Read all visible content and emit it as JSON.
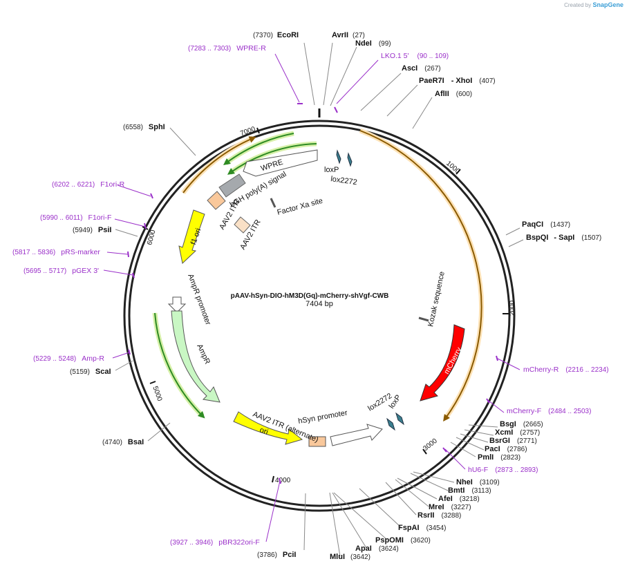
{
  "credit": {
    "prefix": "Created by",
    "brand": "SnapGene"
  },
  "plasmid": {
    "name": "pAAV-hSyn-DIO-hM3D(Gq)-mCherry-shVgf-CWB",
    "size": "7404 bp"
  },
  "ticks": [
    "1000",
    "2000",
    "3000",
    "4000",
    "5000",
    "6000",
    "7000"
  ],
  "enzymes": [
    {
      "name": "EcoRI",
      "pos": "(7370)"
    },
    {
      "name": "AvrII",
      "pos": "(27)"
    },
    {
      "name": "NdeI",
      "pos": "(99)"
    },
    {
      "name": "AscI",
      "pos": "(267)"
    },
    {
      "name": "PaeR7I",
      "name2": "- XhoI",
      "pos": "(407)"
    },
    {
      "name": "AflII",
      "pos": "(600)"
    },
    {
      "name": "PaqCI",
      "pos": "(1437)"
    },
    {
      "name": "BspQI",
      "name2": "- SapI",
      "pos": "(1507)"
    },
    {
      "name": "BsgI",
      "pos": "(2665)"
    },
    {
      "name": "XcmI",
      "pos": "(2757)"
    },
    {
      "name": "BsrGI",
      "pos": "(2771)"
    },
    {
      "name": "PacI",
      "pos": "(2786)"
    },
    {
      "name": "PmlI",
      "pos": "(2823)"
    },
    {
      "name": "NheI",
      "pos": "(3109)"
    },
    {
      "name": "BmtI",
      "pos": "(3113)"
    },
    {
      "name": "AfeI",
      "pos": "(3218)"
    },
    {
      "name": "MreI",
      "pos": "(3227)"
    },
    {
      "name": "RsrII",
      "pos": "(3288)"
    },
    {
      "name": "FspAI",
      "pos": "(3454)"
    },
    {
      "name": "PspOMI",
      "pos": "(3620)"
    },
    {
      "name": "ApaI",
      "pos": "(3624)"
    },
    {
      "name": "MluI",
      "pos": "(3642)"
    },
    {
      "name": "PciI",
      "pos": "(3786)"
    },
    {
      "name": "BsaI",
      "pos": "(4740)"
    },
    {
      "name": "ScaI",
      "pos": "(5159)"
    },
    {
      "name": "PsiI",
      "pos": "(5949)"
    },
    {
      "name": "SphI",
      "pos": "(6558)"
    }
  ],
  "primers": [
    {
      "name": "WPRE-R",
      "pos": "(7283 .. 7303)"
    },
    {
      "name": "LKO.1 5'",
      "pos": "(90 .. 109)"
    },
    {
      "name": "mCherry-R",
      "pos": "(2216 .. 2234)"
    },
    {
      "name": "mCherry-F",
      "pos": "(2484 .. 2503)"
    },
    {
      "name": "hU6-F",
      "pos": "(2873 .. 2893)"
    },
    {
      "name": "pBR322ori-F",
      "pos": "(3927 .. 3946)"
    },
    {
      "name": "Amp-R",
      "pos": "(5229 .. 5248)"
    },
    {
      "name": "pGEX 3'",
      "pos": "(5695 .. 5717)"
    },
    {
      "name": "pRS-marker",
      "pos": "(5817 .. 5836)"
    },
    {
      "name": "F1ori-F",
      "pos": "(5990 .. 6011)"
    },
    {
      "name": "F1ori-R",
      "pos": "(6202 .. 6221)"
    }
  ],
  "features": {
    "loxP_top": "loxP",
    "lox2272_top": "lox2272",
    "wpre": "WPRE",
    "bgh": "bGH poly(A) signal",
    "aav2_itr_1": "AAV2 ITR",
    "aav2_itr_2": "AAV2 ITR",
    "factor_xa": "Factor Xa site",
    "f1_ori": "f1 ori",
    "ampr_promoter": "AmpR promoter",
    "ampr": "AmpR",
    "ori": "ori",
    "aav2_itr_alt": "AAV2 ITR (alternate)",
    "hsyn": "hSyn promoter",
    "lox2272_bottom": "lox2272",
    "loxP_bottom": "loxP",
    "mcherry": "mCherry",
    "kozak": "Kozak sequence"
  },
  "colors": {
    "backbone": "#222222",
    "primer": "#9a2fc9",
    "mcherry": "#ff0000",
    "f1ori": "#ffff00",
    "ori": "#ffff00",
    "ampr": "#c9f7c4",
    "itr": "#f9c89b",
    "bgh": "#a5a9ad",
    "lox": "#3b7f8f",
    "orf_outline": "#f4b860",
    "green_arrow": "#2e8b23"
  }
}
